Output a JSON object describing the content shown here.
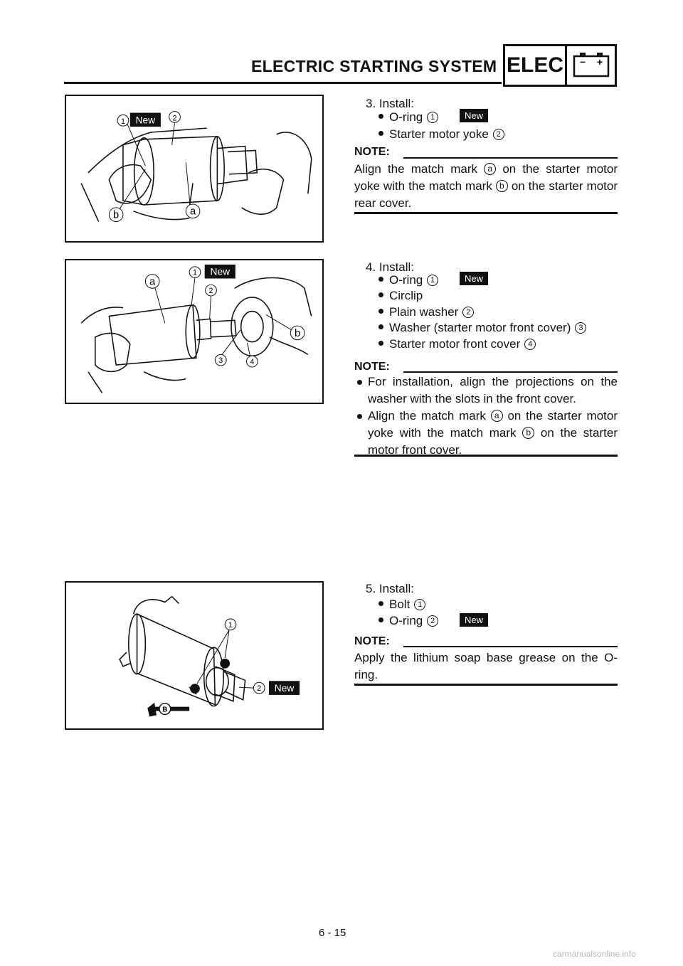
{
  "header": {
    "title": "ELECTRIC STARTING SYSTEM",
    "section_code": "ELEC",
    "icon": "battery-icon",
    "battery_minus": "–",
    "battery_plus": "+"
  },
  "steps": [
    {
      "label": "3. Install:",
      "items": [
        {
          "text": "O-ring",
          "num": "1",
          "new": "New"
        },
        {
          "text": "Starter motor yoke",
          "num": "2"
        }
      ],
      "note_label": "NOTE:",
      "note_parts": [
        "Align the match mark",
        "a",
        "on the starter motor yoke with the match mark",
        "b",
        "on the starter motor rear cover."
      ]
    },
    {
      "label": "4. Install:",
      "items": [
        {
          "text": "O-ring",
          "num": "1",
          "new": "New"
        },
        {
          "text": "Circlip"
        },
        {
          "text": "Plain washer",
          "num": "2"
        },
        {
          "text": "Washer (starter motor front cover)",
          "num": "3"
        },
        {
          "text": "Starter motor front cover",
          "num": "4"
        }
      ],
      "note_label": "NOTE:",
      "note_bullets": [
        "For installation, align the projections on the washer with the slots in the front cover.",
        "Align the match mark"
      ],
      "note_bullet2_parts": [
        "Align the match mark",
        "a",
        "on the starter motor yoke with the match mark",
        "b",
        "on the starter motor front cover."
      ]
    },
    {
      "label": "5. Install:",
      "items": [
        {
          "text": "Bolt",
          "num": "1"
        },
        {
          "text": "O-ring",
          "num": "2",
          "new": "New"
        }
      ],
      "note_label": "NOTE:",
      "note_text": "Apply the lithium soap base grease on the O-ring."
    }
  ],
  "figures": {
    "fig1": {
      "callouts": [
        "1",
        "2",
        "a",
        "b"
      ],
      "new": "New"
    },
    "fig2": {
      "callouts": [
        "1",
        "2",
        "3",
        "4",
        "a",
        "b"
      ],
      "new": "New"
    },
    "fig3": {
      "callouts": [
        "1",
        "2"
      ],
      "new": "New",
      "grease": "B"
    }
  },
  "footer": {
    "page": "6 - 15",
    "watermark": "carmanualsonline.info"
  }
}
